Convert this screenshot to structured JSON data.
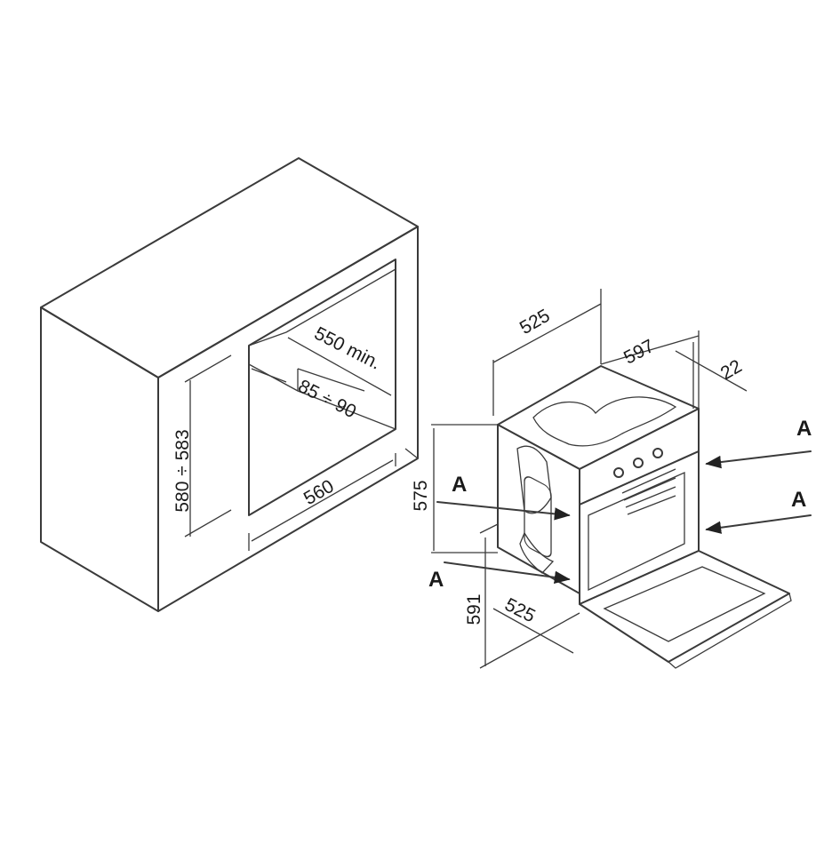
{
  "cabinet": {
    "dimensions": {
      "opening_height": "580 ÷ 583",
      "opening_width": "560",
      "depth_min": "550 min.",
      "rear_gap": "85 ÷ 90"
    }
  },
  "oven": {
    "dimensions": {
      "depth_top": "525",
      "width": "597",
      "front_offset": "22",
      "body_height": "575",
      "front_height": "591",
      "depth_side": "525"
    },
    "labels": {
      "a_right_upper": "A",
      "a_right_lower": "A",
      "a_left_upper": "A",
      "a_left_lower": "A"
    }
  }
}
